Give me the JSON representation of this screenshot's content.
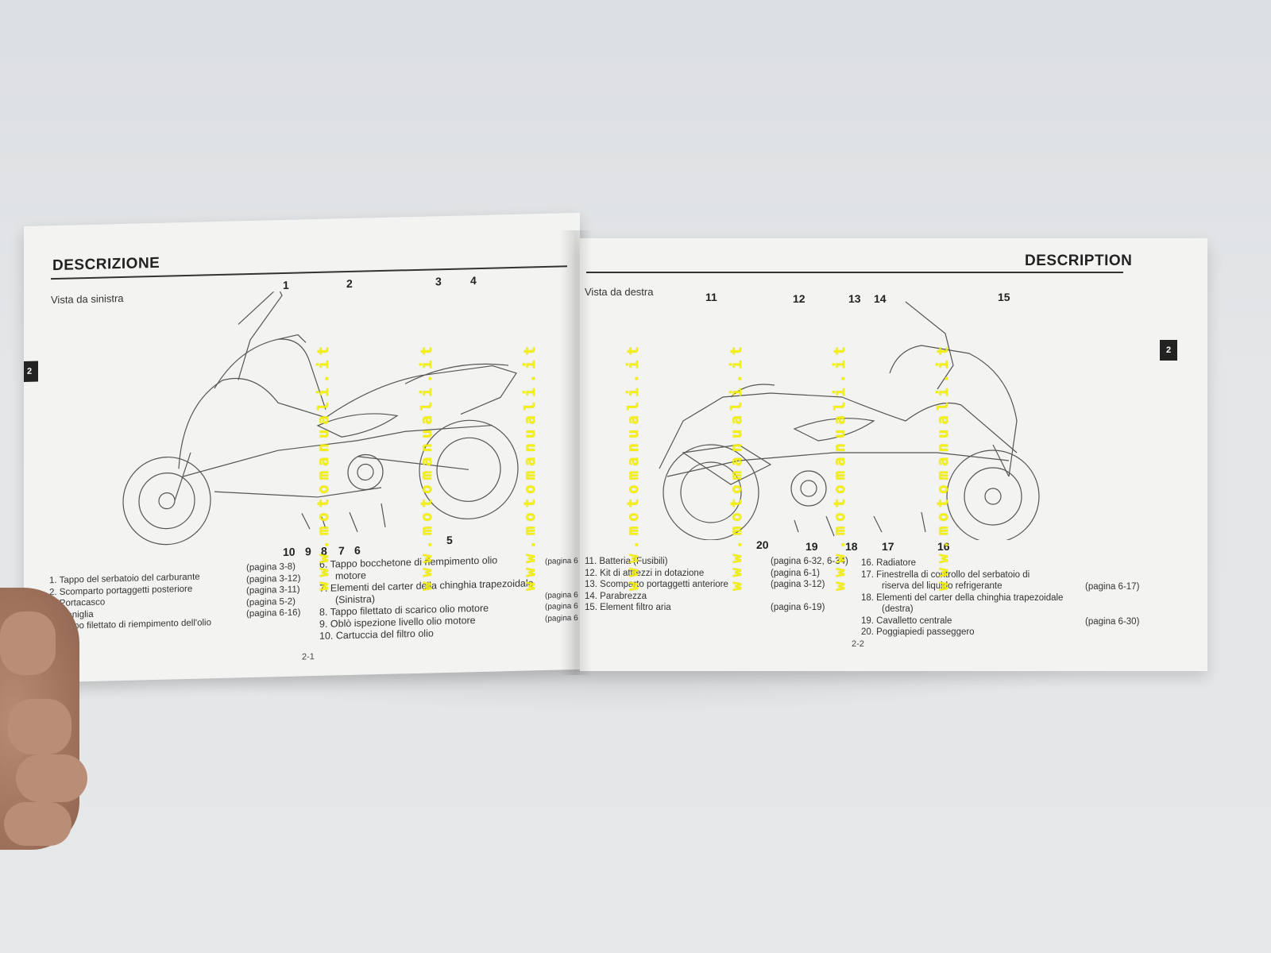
{
  "left_page": {
    "title": "DESCRIZIONE",
    "view_label": "Vista da sinistra",
    "tab": "2",
    "page_number": "2-1",
    "callouts": [
      "1",
      "2",
      "3",
      "4",
      "5",
      "6",
      "7",
      "8",
      "9",
      "10"
    ],
    "parts_col1": [
      "1. Tappo del serbatoio del carburante",
      "2. Scomparto portaggetti posteriore",
      "3. Portacasco",
      "4. Maniglia",
      "5. Tappo filettato di riempimento dell'olio"
    ],
    "parts_col1_pages": [
      "(pagina 3-8)",
      "(pagina 3-12)",
      "(pagina 3-11)",
      "(pagina 5-2)",
      "(pagina 6-16)"
    ],
    "parts_col2": [
      "6. Tappo bocchetone di riempimento olio",
      "motore",
      "7. Elementi del carter della chinghia trapezoidale",
      "(Sinistra)",
      "8. Tappo filettato di scarico olio motore",
      "9. Oblò ispezione livello olio motore",
      "10. Cartuccia del filtro olio"
    ],
    "parts_col2_pages": [
      "(pagina 6",
      "(pagina 6",
      "(pagina 6",
      "(pagina 6"
    ]
  },
  "right_page": {
    "title": "DESCRIPTION",
    "view_label": "Vista da destra",
    "tab": "2",
    "page_number": "2-2",
    "callouts": [
      "11",
      "12",
      "13",
      "14",
      "15",
      "16",
      "17",
      "18",
      "19",
      "20"
    ],
    "parts_col1": [
      "11. Batteria (Fusibili)",
      "12. Kit di attrezzi in dotazione",
      "13. Scomparto portaggetti anteriore",
      "14. Parabrezza",
      "15. Element filtro aria"
    ],
    "parts_col1_pages": [
      "(pagina 6-32, 6-34)",
      "(pagina 6-1)",
      "(pagina 3-12)",
      "",
      "(pagina 6-19)"
    ],
    "parts_col2": [
      "16. Radiatore",
      "17. Finestrella di controllo del serbatoio di",
      "riserva del liquido refrigerante",
      "18. Elementi del carter della chinghia trapezoidale",
      "(destra)",
      "19. Cavalletto centrale",
      "20. Poggiapiedi passeggero"
    ],
    "parts_col2_pages": [
      "(pagina 6-17)",
      "(pagina 6-30)"
    ]
  },
  "watermark": "www.motomanuali.it"
}
